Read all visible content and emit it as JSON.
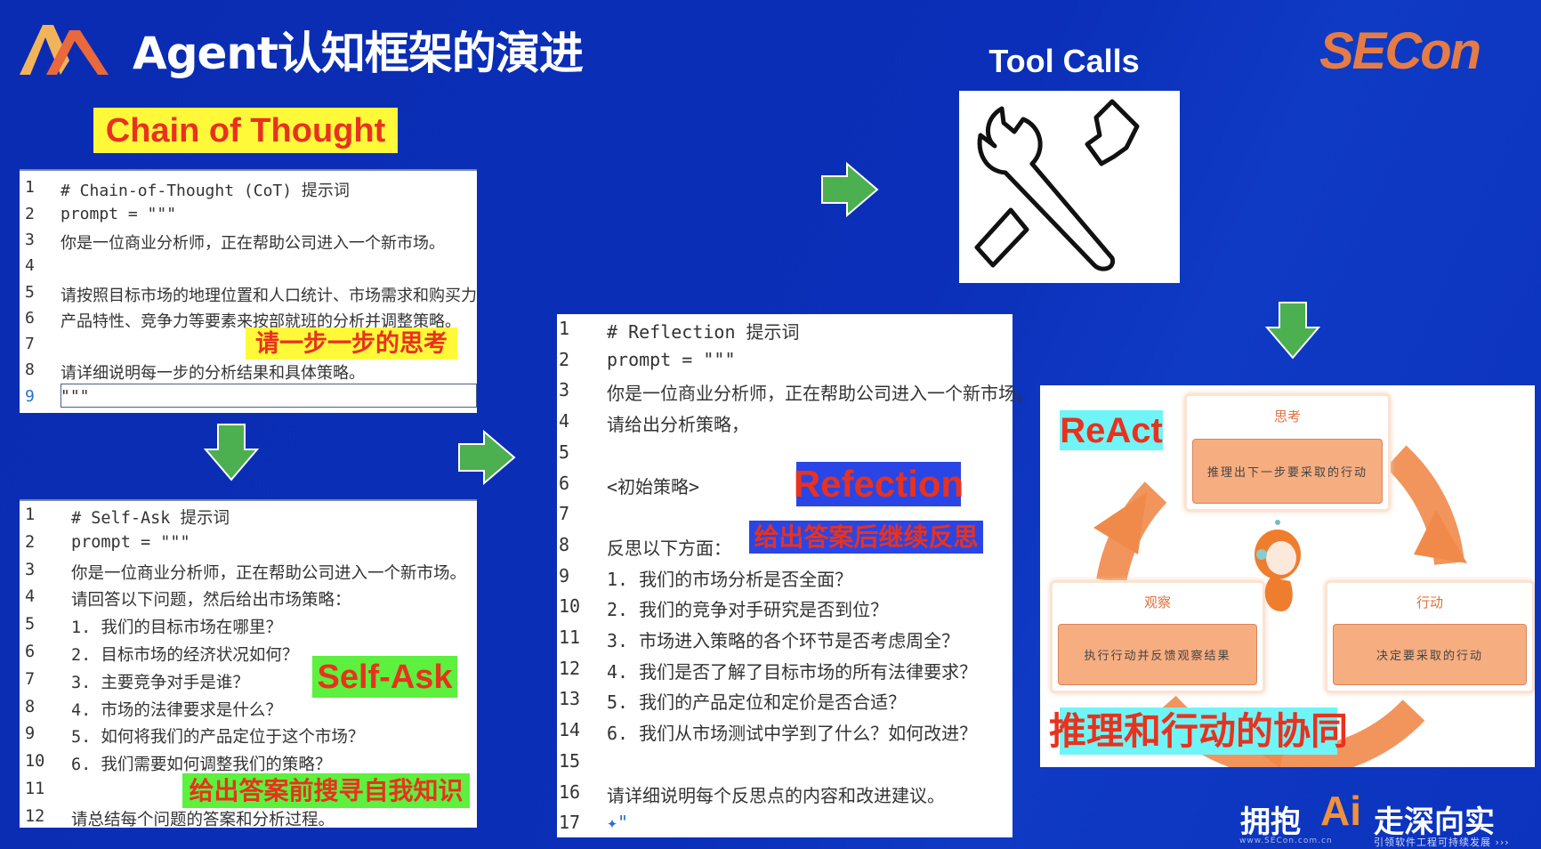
{
  "header": {
    "title": "Agent认知框架的演进",
    "brand": "SECon"
  },
  "cot": {
    "label": "Chain of Thought",
    "note": "请一步一步的思考",
    "lines": [
      {
        "n": "1",
        "t": "# Chain-of-Thought (CoT) 提示词"
      },
      {
        "n": "2",
        "t": "prompt = \"\"\""
      },
      {
        "n": "3",
        "t": "你是一位商业分析师，正在帮助公司进入一个新市场。"
      },
      {
        "n": "4",
        "t": ""
      },
      {
        "n": "5",
        "t": "请按照目标市场的地理位置和人口统计、市场需求和购买力"
      },
      {
        "n": "6",
        "t": "产品特性、竞争力等要素来按部就班的分析并调整策略。"
      },
      {
        "n": "7",
        "t": ""
      },
      {
        "n": "8",
        "t": "请详细说明每一步的分析结果和具体策略。"
      },
      {
        "n": "9",
        "t": "\"\"\""
      }
    ]
  },
  "selfask": {
    "label": "Self-Ask",
    "note": "给出答案前搜寻自我知识",
    "lines": [
      {
        "n": "1",
        "t": "# Self-Ask 提示词"
      },
      {
        "n": "2",
        "t": "prompt = \"\"\""
      },
      {
        "n": "3",
        "t": "你是一位商业分析师，正在帮助公司进入一个新市场。"
      },
      {
        "n": "4",
        "t": "请回答以下问题，然后给出市场策略："
      },
      {
        "n": "5",
        "t": "1. 我们的目标市场在哪里？"
      },
      {
        "n": "6",
        "t": "2. 目标市场的经济状况如何？"
      },
      {
        "n": "7",
        "t": "3. 主要竞争对手是谁？"
      },
      {
        "n": "8",
        "t": "4. 市场的法律要求是什么？"
      },
      {
        "n": "9",
        "t": "5. 如何将我们的产品定位于这个市场？"
      },
      {
        "n": "10",
        "t": "6. 我们需要如何调整我们的策略？"
      },
      {
        "n": "11",
        "t": ""
      },
      {
        "n": "12",
        "t": "请总结每个问题的答案和分析过程。"
      }
    ]
  },
  "reflection": {
    "label": "Refection",
    "note": "给出答案后继续反思",
    "lines": [
      {
        "n": "1",
        "t": "# Reflection 提示词"
      },
      {
        "n": "2",
        "t": "prompt = \"\"\""
      },
      {
        "n": "3",
        "t": "你是一位商业分析师，正在帮助公司进入一个新市场。"
      },
      {
        "n": "4",
        "t": "请给出分析策略，"
      },
      {
        "n": "5",
        "t": ""
      },
      {
        "n": "6",
        "t": "<初始策略>"
      },
      {
        "n": "7",
        "t": ""
      },
      {
        "n": "8",
        "t": "反思以下方面："
      },
      {
        "n": "9",
        "t": "1. 我们的市场分析是否全面？"
      },
      {
        "n": "10",
        "t": "2. 我们的竞争对手研究是否到位？"
      },
      {
        "n": "11",
        "t": "3. 市场进入策略的各个环节是否考虑周全？"
      },
      {
        "n": "12",
        "t": "4. 我们是否了解了目标市场的所有法律要求？"
      },
      {
        "n": "13",
        "t": "5. 我们的产品定位和定价是否合适？"
      },
      {
        "n": "14",
        "t": "6. 我们从市场测试中学到了什么？如何改进？"
      },
      {
        "n": "15",
        "t": ""
      },
      {
        "n": "16",
        "t": "请详细说明每个反思点的内容和改进建议。"
      },
      {
        "n": "17",
        "t": "✦\""
      }
    ]
  },
  "tools": {
    "label": "Tool Calls"
  },
  "react": {
    "label": "ReAct",
    "note": "推理和行动的协同",
    "think": {
      "title": "思考",
      "body": "推理出下一步要采取的行动"
    },
    "act": {
      "title": "行动",
      "body": "决定要采取的行动"
    },
    "observe": {
      "title": "观察",
      "body": "执行行动并反馈观察结果"
    }
  },
  "footer": {
    "left": "拥抱",
    "ai": "Ai",
    "right": "走深向实",
    "url": "www.SECon.com.cn",
    "slogan": "引领软件工程可持续发展 ›››"
  },
  "colors": {
    "bg": "#0b2fb8",
    "arrow": "#4caf50",
    "orange": "#f08a4b",
    "red": "#e8321e"
  }
}
